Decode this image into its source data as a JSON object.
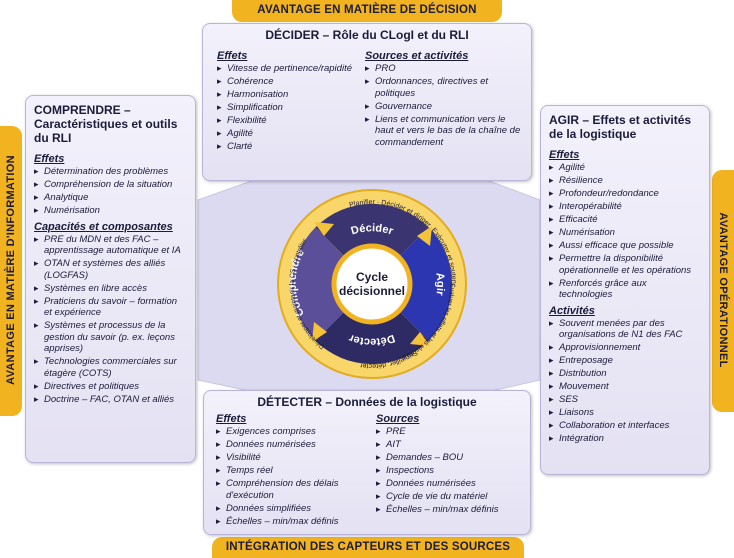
{
  "edges": {
    "top": "AVANTAGE EN MATIÈRE DE DÉCISION",
    "bottom": "INTÉGRATION DES CAPTEURS ET DES SOURCES",
    "left": "AVANTAGE EN MATIÈRE D'INFORMATION",
    "right": "AVANTAGE OPÉRATIONNEL"
  },
  "decider": {
    "title": "DÉCIDER – Rôle du CLogI et du RLI",
    "effets_title": "Effets",
    "effets": [
      "Vitesse de pertinence/rapidité",
      "Cohérence",
      "Harmonisation",
      "Simplification",
      "Flexibilité",
      "Agilité",
      "Clarté"
    ],
    "sources_title": "Sources et activités",
    "sources": [
      "PRO",
      "Ordonnances, directives et politiques",
      "Gouvernance",
      "Liens et communication vers le haut et vers le bas de la chaîne de commandement"
    ]
  },
  "comprendre": {
    "title": "COMPRENDRE – Caractéristiques et outils du RLI",
    "effets_title": "Effets",
    "effets": [
      "Détermination des problèmes",
      "Compréhension de la situation",
      "Analytique",
      "Numérisation"
    ],
    "capacites_title": "Capacités et composantes",
    "capacites": [
      "PRE du MDN et des FAC – apprentissage automatique et IA",
      "OTAN et systèmes des alliés (LOGFAS)",
      "Systèmes en libre accès",
      "Praticiens du savoir – formation et expérience",
      "Systèmes et processus de la gestion du savoir (p. ex. leçons apprises)",
      "Technologies commerciales sur étagère (COTS)",
      "Directives et politiques",
      "Doctrine – FAC, OTAN et alliés"
    ]
  },
  "agir": {
    "title": "AGIR – Effets et activités de la logistique",
    "effets_title": "Effets",
    "effets": [
      "Agilité",
      "Résilience",
      "Profondeur/redondance",
      "Interopérabilité",
      "Efficacité",
      "Numérisation",
      "Aussi efficace que possible",
      "Permettre la disponibilité opérationnelle et les opérations",
      "Renforcés grâce aux technologies"
    ],
    "activites_title": "Activités",
    "activites": [
      "Souvent menées par des organisations de N1 des FAC",
      "Approvisionnement",
      "Entreposage",
      "Distribution",
      "Mouvement",
      "SES",
      "Liaisons",
      "Collaboration et interfaces",
      "Intégration"
    ]
  },
  "detecter": {
    "title": "DÉTECTER – Données de la logistique",
    "effets_title": "Effets",
    "effets": [
      "Exigences comprises",
      "Données numérisées",
      "Visibilité",
      "Temps réel",
      "Compréhension des délais d'exécution",
      "Données simplifiées",
      "Échelles – min/max définis"
    ],
    "sources_title": "Sources",
    "sources": [
      "PRE",
      "AIT",
      "Demandes – BOU",
      "Inspections",
      "Données numérisées",
      "Cycle de vie du matériel",
      "Échelles – min/max définis"
    ]
  },
  "cycle": {
    "center_line1": "Cycle",
    "center_line2": "décisionnel",
    "seg_decider": "Décider",
    "seg_agir": "Agir",
    "seg_detecter": "Détecter",
    "seg_comprendre": "Comprendre",
    "ring_top": "Planifier · Décider et diriger",
    "ring_right": "Exécuter et soutenir",
    "ring_right_low": "Évaluer les effets et les résultats",
    "ring_bottom": "Surveiller, détecter",
    "ring_left": "Développer et maintenir la CS · contrôler"
  },
  "colors": {
    "accent_gold": "#f2b321",
    "navy": "#2e2a6b",
    "blue": "#2f3fb3",
    "lavender": "#e4e1f3"
  }
}
